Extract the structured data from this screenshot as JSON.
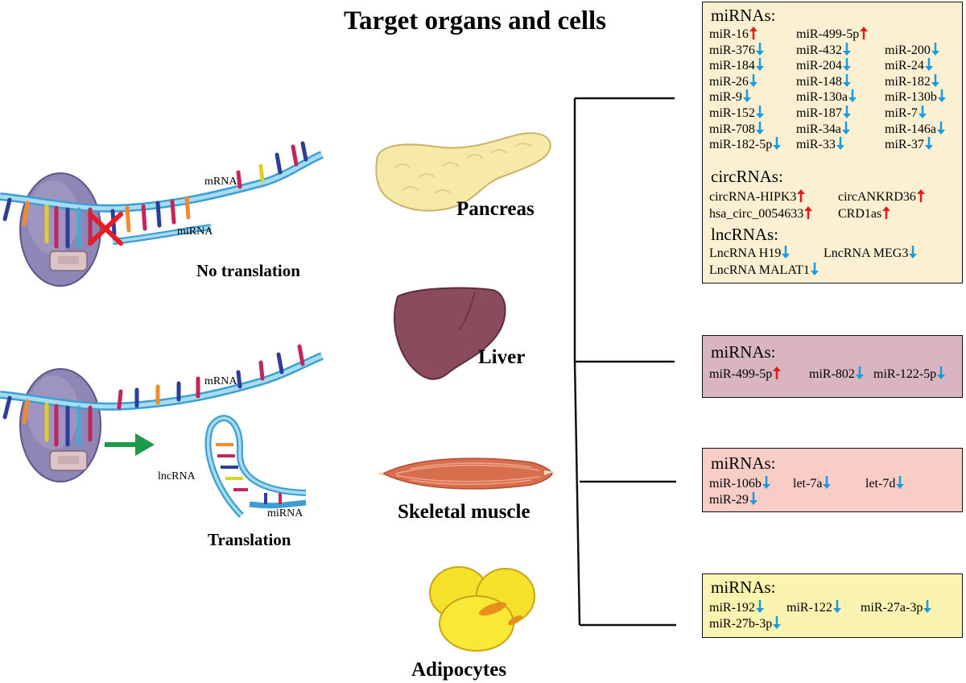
{
  "title": "Target organs and cells",
  "colors": {
    "up": "#e41b1b",
    "down": "#1a9be0"
  },
  "mechanisms": [
    {
      "label": "No translation",
      "mrna": "mRNA",
      "partner": "miRNA"
    },
    {
      "label": "Translation",
      "mrna": "mRNA",
      "partner": "lncRNA",
      "partner2": "miRNA"
    }
  ],
  "organs": [
    "Pancreas",
    "Liver",
    "Skeletal muscle",
    "Adipocytes"
  ],
  "boxes": [
    {
      "organ": "Pancreas",
      "fill": "#fbf0d2",
      "sections": [
        {
          "heading": "miRNAs:",
          "items": [
            {
              "name": "miR-16",
              "dir": "up"
            },
            {
              "name": "miR-499-5p",
              "dir": "up"
            },
            {
              "name": "miR-376",
              "dir": "down"
            },
            {
              "name": "miR-432",
              "dir": "down"
            },
            {
              "name": "miR-200",
              "dir": "down"
            },
            {
              "name": "miR-184",
              "dir": "down"
            },
            {
              "name": "miR-204",
              "dir": "down"
            },
            {
              "name": "miR-24",
              "dir": "down"
            },
            {
              "name": "miR-26",
              "dir": "down"
            },
            {
              "name": "miR-148",
              "dir": "down"
            },
            {
              "name": "miR-182",
              "dir": "down"
            },
            {
              "name": "miR-9",
              "dir": "down"
            },
            {
              "name": "miR-130a",
              "dir": "down"
            },
            {
              "name": "miR-130b",
              "dir": "down"
            },
            {
              "name": "miR-152",
              "dir": "down"
            },
            {
              "name": "miR-187",
              "dir": "down"
            },
            {
              "name": "miR-7",
              "dir": "down"
            },
            {
              "name": "miR-708",
              "dir": "down"
            },
            {
              "name": "miR-34a",
              "dir": "down"
            },
            {
              "name": "miR-146a",
              "dir": "down"
            },
            {
              "name": "miR-182-5p",
              "dir": "down"
            },
            {
              "name": "miR-33",
              "dir": "down"
            },
            {
              "name": "miR-37",
              "dir": "down"
            }
          ]
        },
        {
          "heading": "circRNAs:",
          "items": [
            {
              "name": "circRNA-HIPK3",
              "dir": "up"
            },
            {
              "name": "circANKRD36",
              "dir": "up"
            },
            {
              "name": "hsa_circ_0054633",
              "dir": "up"
            },
            {
              "name": "CRD1as",
              "dir": "up"
            }
          ]
        },
        {
          "heading": "lncRNAs:",
          "items": [
            {
              "name": "LncRNA H19",
              "dir": "down"
            },
            {
              "name": "LncRNA MEG3",
              "dir": "down"
            },
            {
              "name": "LncRNA MALAT1",
              "dir": "down"
            }
          ]
        }
      ]
    },
    {
      "organ": "Liver",
      "fill": "#d8b5bf",
      "sections": [
        {
          "heading": "miRNAs:",
          "items": [
            {
              "name": "miR-499-5p",
              "dir": "up"
            },
            {
              "name": "miR-802",
              "dir": "down"
            },
            {
              "name": "miR-122-5p",
              "dir": "down"
            }
          ]
        }
      ]
    },
    {
      "organ": "Skeletal muscle",
      "fill": "#f8cdc6",
      "sections": [
        {
          "heading": "miRNAs:",
          "items": [
            {
              "name": "miR-106b",
              "dir": "down"
            },
            {
              "name": "let-7a",
              "dir": "down"
            },
            {
              "name": "let-7d",
              "dir": "down"
            },
            {
              "name": "miR-29",
              "dir": "down"
            }
          ]
        }
      ]
    },
    {
      "organ": "Adipocytes",
      "fill": "#fbf3b0",
      "sections": [
        {
          "heading": "miRNAs:",
          "items": [
            {
              "name": "miR-192",
              "dir": "down"
            },
            {
              "name": "miR-122",
              "dir": "down"
            },
            {
              "name": "miR-27a-3p",
              "dir": "down"
            },
            {
              "name": "miR-27b-3p",
              "dir": "down"
            }
          ]
        }
      ]
    }
  ]
}
